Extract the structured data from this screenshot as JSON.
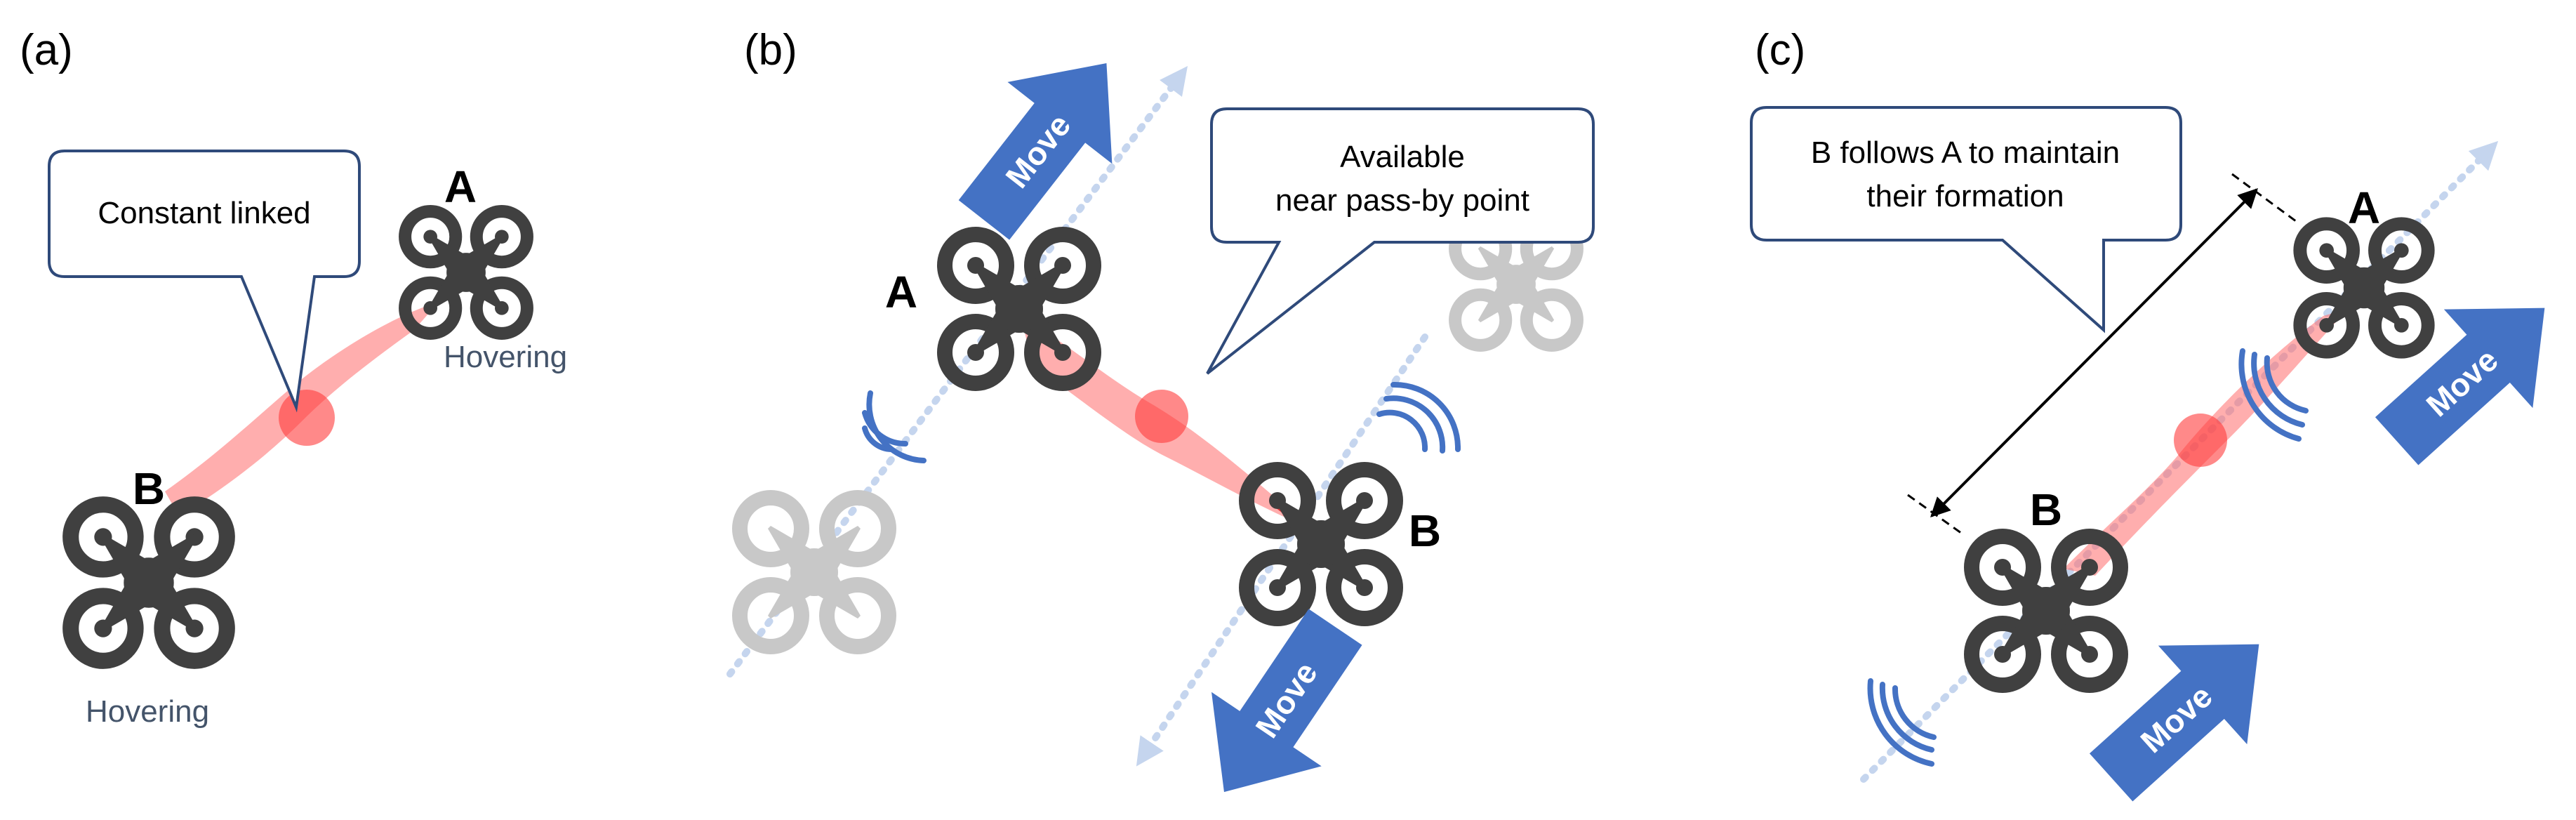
{
  "panels": {
    "a": {
      "label": "(a)",
      "drone_a": "A",
      "drone_b": "B",
      "status_a": "Hovering",
      "status_b": "Hovering",
      "bubble": "Constant linked"
    },
    "b": {
      "label": "(b)",
      "drone_a": "A",
      "drone_b": "B",
      "bubble_line1": "Available",
      "bubble_line2": "near pass-by point",
      "move_a": "Move",
      "move_b": "Move"
    },
    "c": {
      "label": "(c)",
      "drone_a": "A",
      "drone_b": "B",
      "bubble_line1": "B follows A to maintain",
      "bubble_line2": "their formation",
      "move_a": "Move",
      "move_b": "Move"
    }
  },
  "colors": {
    "beam": "#ff6b6b",
    "beam_core": "#ff3b3b",
    "arrow": "#4472c4",
    "path": "#c5d5ee",
    "drone": "#404040",
    "ghost_drone": "#c8c8c8",
    "bubble_border": "#2f4a7a",
    "status_text": "#44546a"
  },
  "icons": [
    "drone-icon",
    "move-arrow-icon",
    "signal-wave-icon",
    "speech-bubble-icon",
    "dimension-arrow-icon"
  ]
}
